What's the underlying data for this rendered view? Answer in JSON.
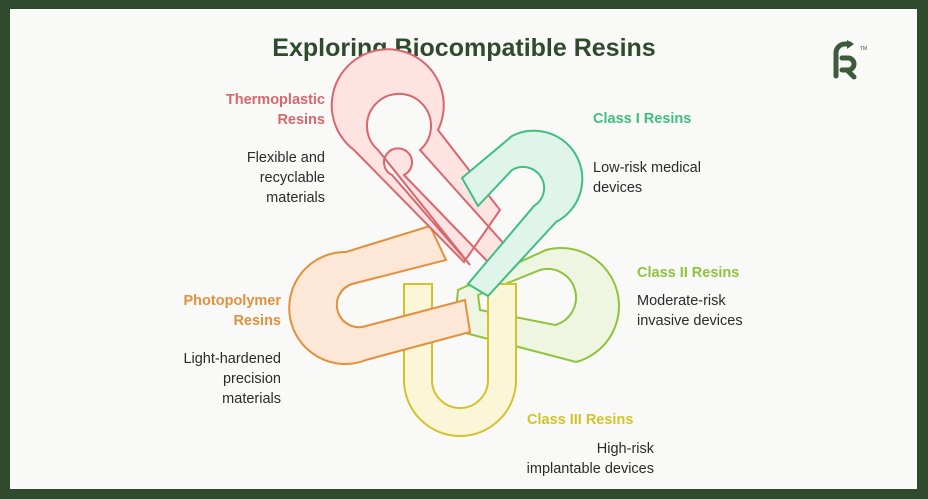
{
  "header": {
    "title": "Exploring Biocompatible Resins"
  },
  "logo": {
    "icon": "brand-r-logo-icon",
    "color": "#3d5a3a"
  },
  "nodes": {
    "thermoplastic": {
      "title_lines": [
        "Thermoplastic",
        "Resins"
      ],
      "desc_lines": [
        "Flexible and",
        "recyclable",
        "materials"
      ],
      "color": "#d9666a",
      "fill": "#fde3e2"
    },
    "class1": {
      "title_lines": [
        "Class I Resins"
      ],
      "desc_lines": [
        "Low-risk medical",
        "devices"
      ],
      "color": "#3fbf7f",
      "fill": "#e0f5ea"
    },
    "class2": {
      "title_lines": [
        "Class II Resins"
      ],
      "desc_lines": [
        "Moderate-risk",
        "invasive devices"
      ],
      "color": "#8ec43c",
      "fill": "#eef6e2"
    },
    "class3": {
      "title_lines": [
        "Class III Resins"
      ],
      "desc_lines": [
        "High-risk",
        "implantable devices"
      ],
      "color": "#d4c22a",
      "fill": "#fbf6d8"
    },
    "photopolymer": {
      "title_lines": [
        "Photopolymer",
        "Resins"
      ],
      "desc_lines": [
        "Light-hardened",
        "precision",
        "materials"
      ],
      "color": "#e1903c",
      "fill": "#fde8d8"
    }
  }
}
